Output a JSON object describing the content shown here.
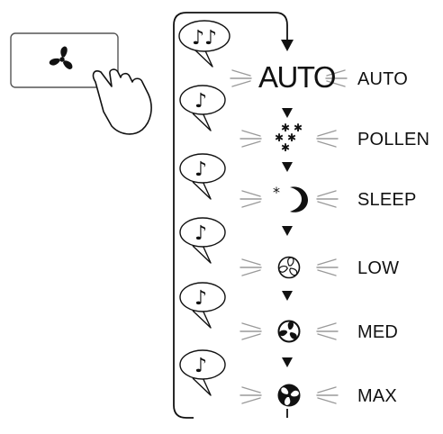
{
  "colors": {
    "ink": "#111111",
    "ray": "#9a9a9a",
    "button_border": "#555555"
  },
  "control_button": {
    "icon": "fan-icon",
    "pressed_by": "hand-pointer-icon"
  },
  "beep": {
    "first": "♪♪",
    "each": "♪"
  },
  "auto_indicator": "AUTO",
  "modes": [
    {
      "label": "AUTO",
      "indicator": "auto-text",
      "beeps": 2
    },
    {
      "label": "POLLEN",
      "indicator": "pollen-icon",
      "beeps": 1
    },
    {
      "label": "SLEEP",
      "indicator": "moon-star-icon",
      "beeps": 1
    },
    {
      "label": "LOW",
      "indicator": "fan-outline-icon",
      "beeps": 1
    },
    {
      "label": "MED",
      "indicator": "fan-half-icon",
      "beeps": 1
    },
    {
      "label": "MAX",
      "indicator": "fan-solid-icon",
      "beeps": 1
    }
  ]
}
